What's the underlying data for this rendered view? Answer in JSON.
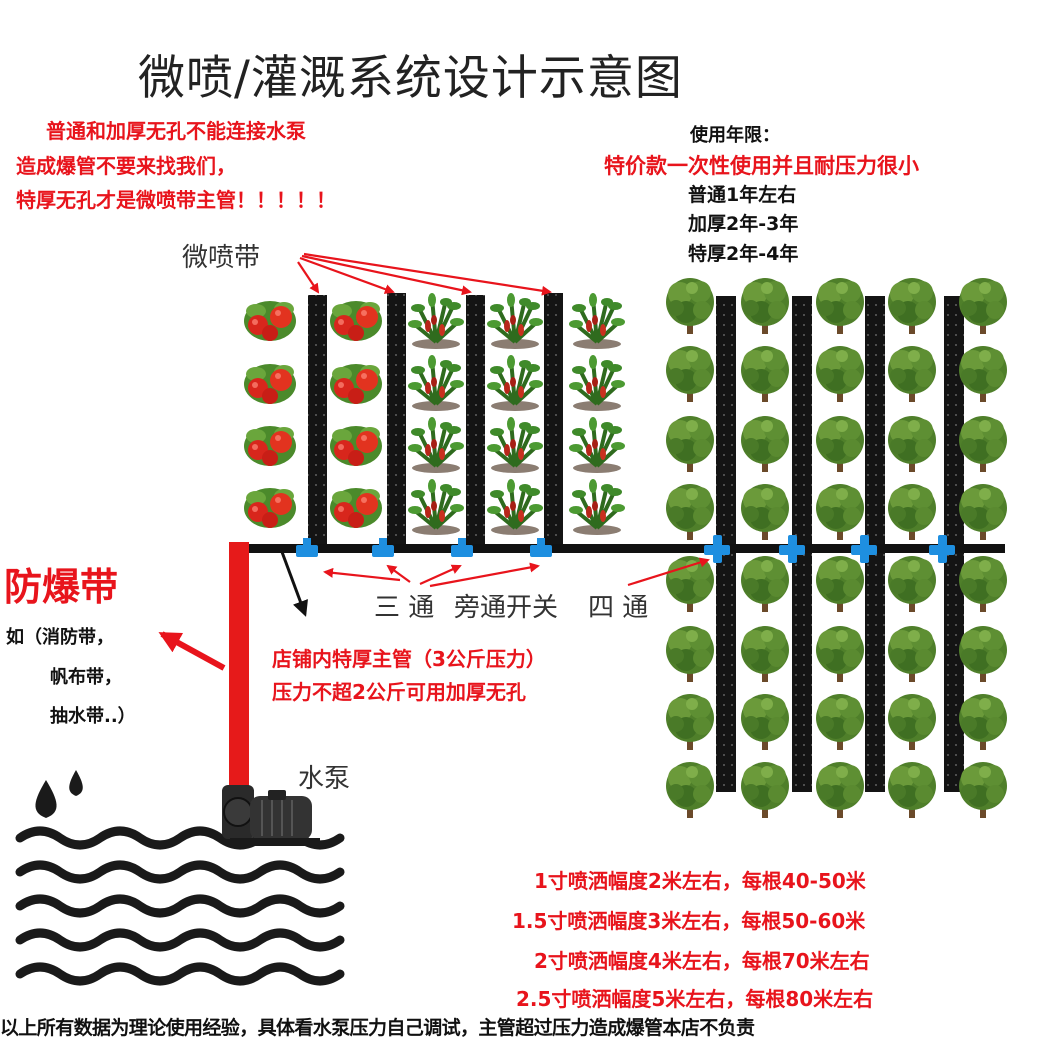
{
  "title": "微喷/灌溉系统设计示意图",
  "warning": {
    "line1": "普通和加厚无孔不能连接水泵",
    "line2": "造成爆管不要来找我们，",
    "line3": "特厚无孔才是微喷带主管！！！！！"
  },
  "lifespan": {
    "heading": "使用年限：",
    "special": "特价款一次性使用并且耐压力很小",
    "normal": "普通1年左右",
    "thick": "加厚2年-3年",
    "extra_thick": "特厚2年-4年"
  },
  "labels": {
    "spray_tape": "微喷带",
    "burst_proof": "防爆带",
    "burst_examples": [
      "如（消防带，",
      "帆布带，",
      "抽水带..）"
    ],
    "tee": "三 通",
    "bypass": "旁通开关",
    "cross": "四 通",
    "main_pipe_1": "店铺内特厚主管（3公斤压力）",
    "main_pipe_2": "压力不超2公斤可用加厚无孔",
    "pump": "水泵"
  },
  "specs": [
    "1寸喷洒幅度2米左右，每根40-50米",
    "1.5寸喷洒幅度3米左右，每根50-60米",
    "2寸喷洒幅度4米左右，每根70米左右",
    "2.5寸喷洒幅度5米左右，每根80米左右"
  ],
  "footer": "以上所有数据为理论使用经验，具体看水泵压力自己调试，主管超过压力造成爆管本店不负责",
  "colors": {
    "red_text": "#e8141c",
    "pipe_black": "#111111",
    "burst_pipe_red": "#e61a1a",
    "fitting_blue": "#1e8fe0",
    "tree_green": "#4f7f2a",
    "tomato_red": "#d8261c",
    "water_black": "#1a1a1a"
  },
  "icons": [
    "tomato-plant-icon",
    "pepper-plant-icon",
    "tree-icon",
    "water-drop-icon",
    "water-pump-icon",
    "arrow-icon"
  ]
}
